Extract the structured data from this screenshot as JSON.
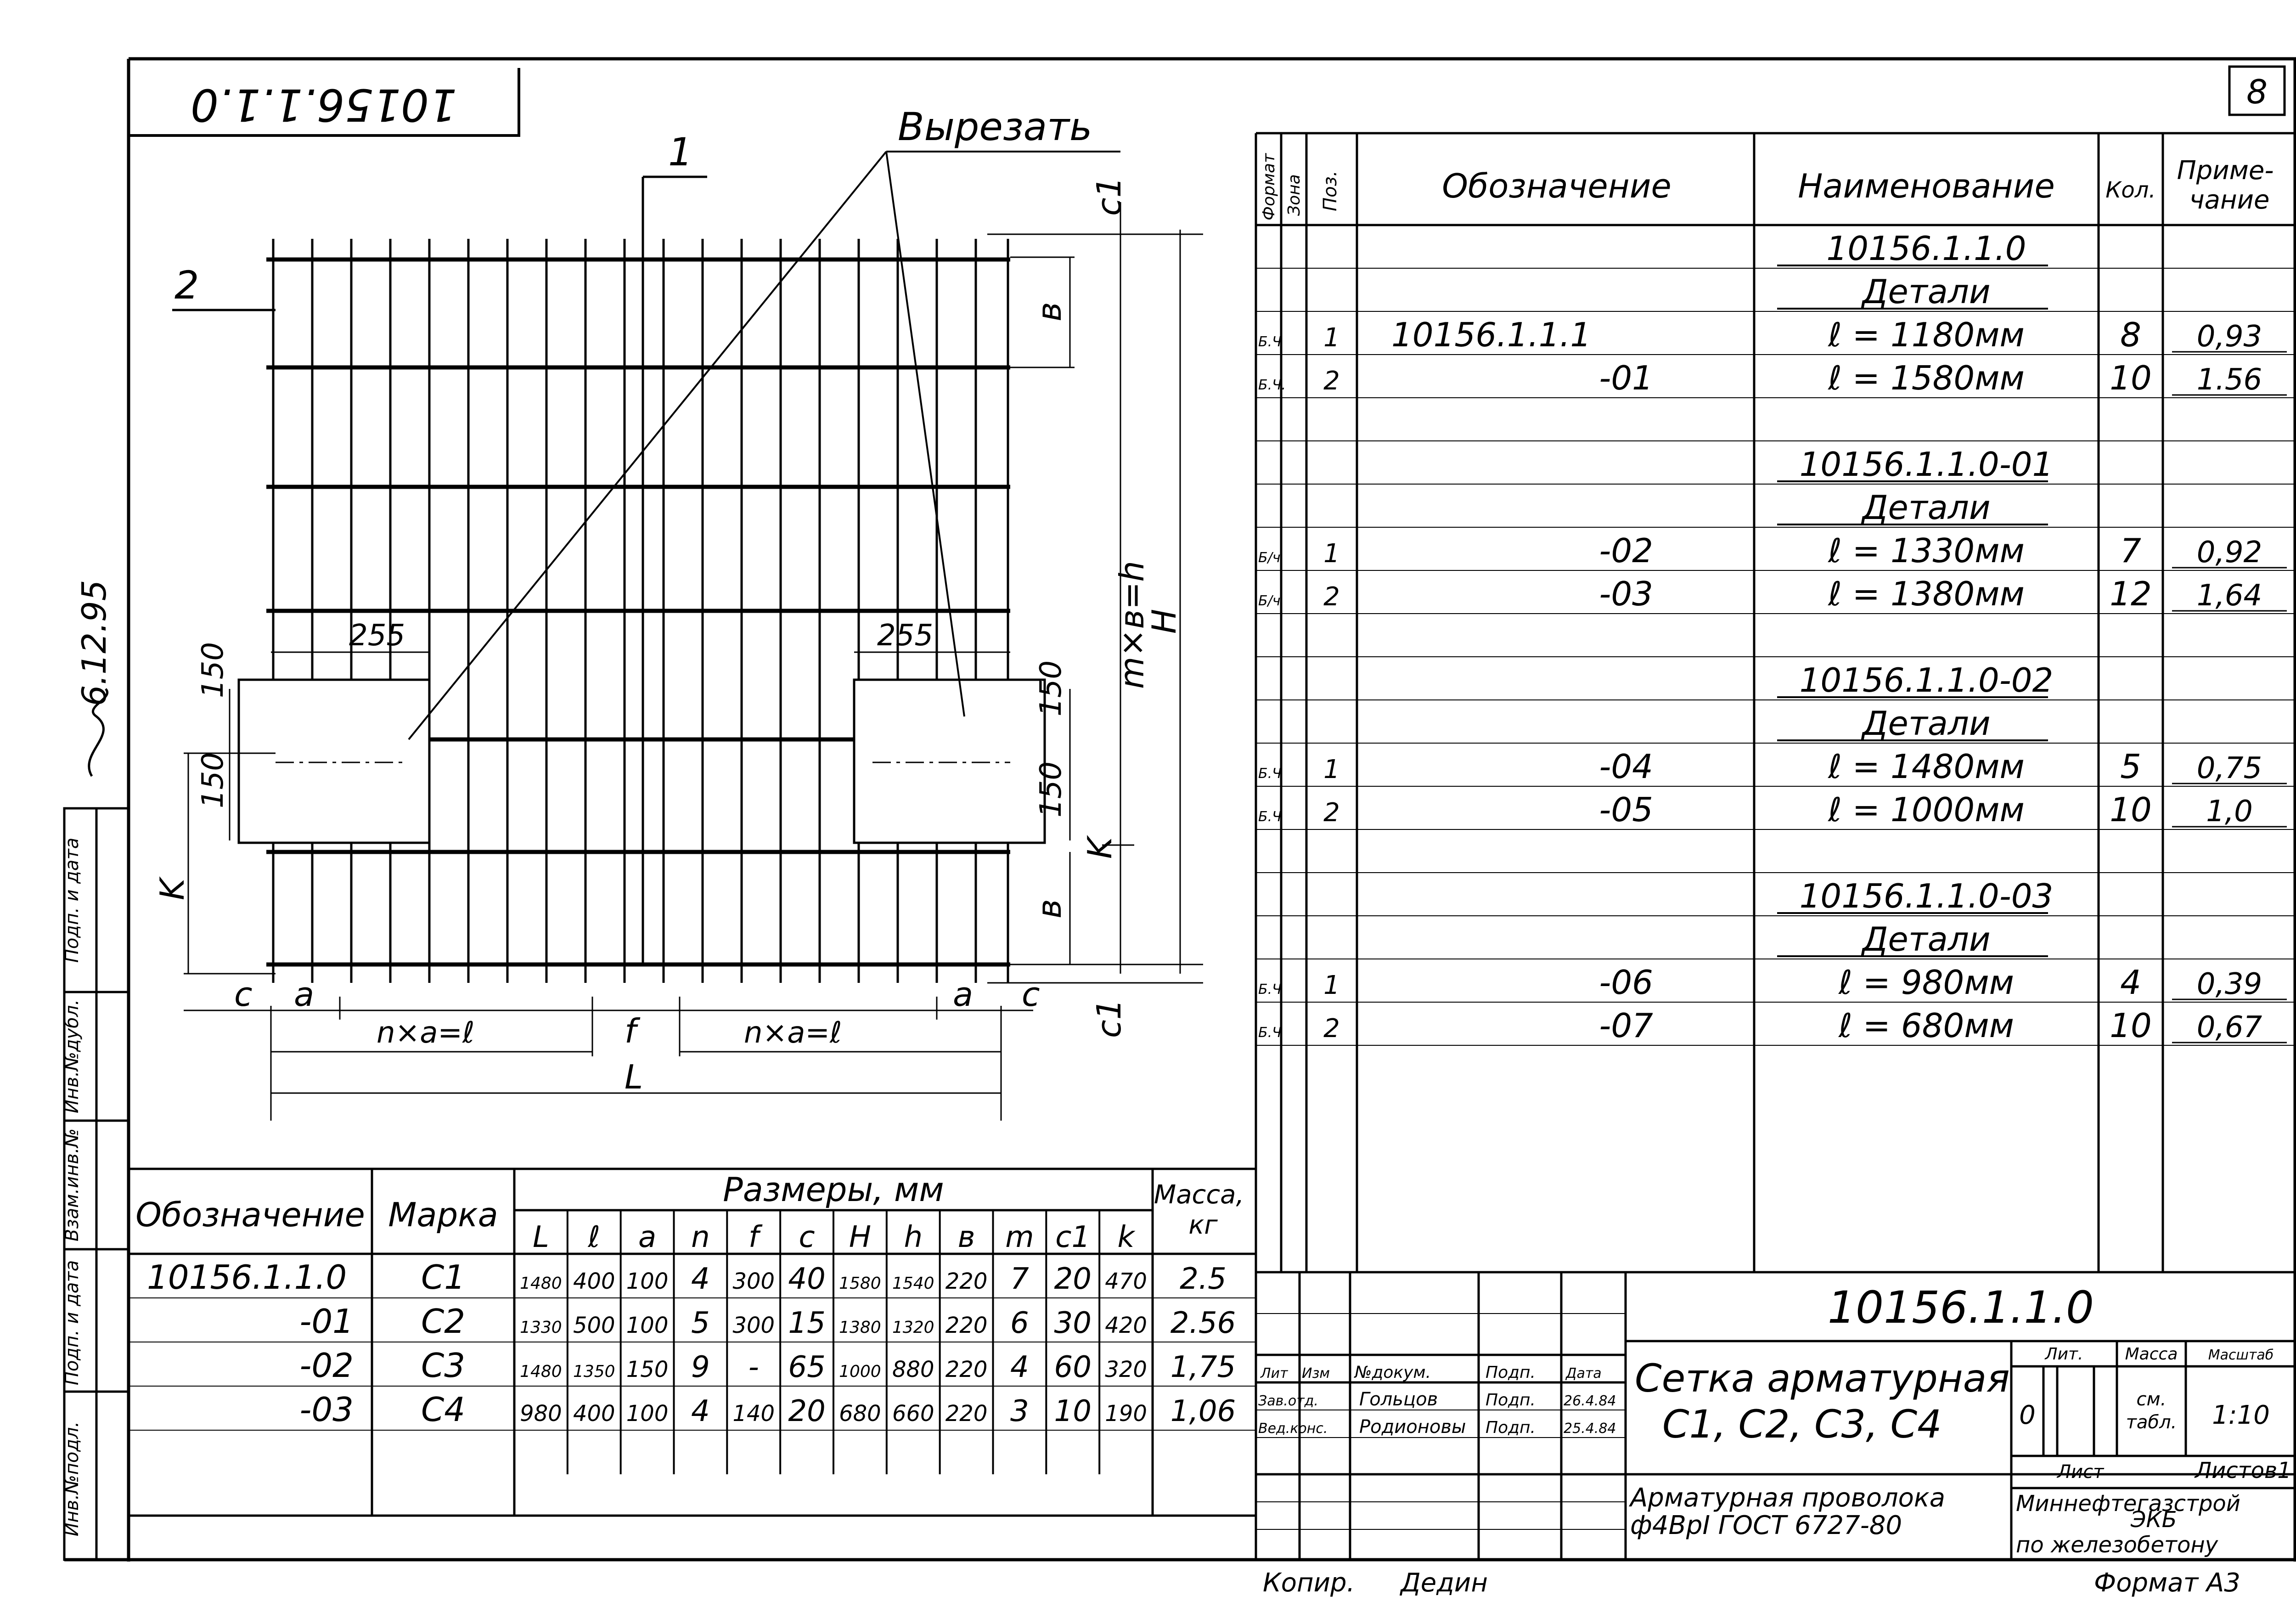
{
  "stamp_code_top": "10156.1.1.0",
  "sheet_number": "8",
  "signature_note": "6.12.95",
  "drawing": {
    "cut_label": "Вырезать",
    "section1": "1",
    "section2": "2",
    "dim_255_left": "255",
    "dim_255_right": "255",
    "dim_150_a": "150",
    "dim_150_b": "150",
    "dim_150_c": "150",
    "dim_150_d": "150",
    "dim_c_left": "c",
    "dim_a_left": "a",
    "dim_nxa_left": "n×a=ℓ",
    "dim_f": "f",
    "dim_nxa_right": "n×a=ℓ",
    "dim_a_right": "a",
    "dim_c_right": "c",
    "dim_L": "L",
    "dim_K_left": "K",
    "dim_K_right": "K",
    "dim_c1_top": "c1",
    "dim_c1_bottom": "c1",
    "dim_b_top": "в",
    "dim_b_bottom": "в",
    "dim_mxb": "m×в=h",
    "dim_H": "H"
  },
  "side_stamp": [
    "Инв.№подл.",
    "Подп. и дата",
    "Взам.инв.№",
    "Инв.№дубл.",
    "Подп. и дата"
  ],
  "spec": {
    "headers": {
      "format": "Формат",
      "zone": "Зона",
      "pos": "Поз.",
      "designation": "Обозначение",
      "name": "Наименование",
      "qty": "Кол.",
      "note": "Приме-\nчание"
    },
    "rows": [
      {
        "format": "",
        "pos": "",
        "designation": "",
        "name": "10156.1.1.0",
        "qty": "",
        "note": "",
        "underline": true
      },
      {
        "format": "",
        "pos": "",
        "designation": "",
        "name": "Детали",
        "qty": "",
        "note": "",
        "underline": true
      },
      {
        "format": "Б.Ч",
        "pos": "1",
        "designation": "10156.1.1.1",
        "name": "ℓ = 1180мм",
        "qty": "8",
        "note": "0,93"
      },
      {
        "format": "Б.Ч.",
        "pos": "2",
        "designation": "-01",
        "name": "ℓ = 1580мм",
        "qty": "10",
        "note": "1.56"
      },
      {
        "format": "",
        "pos": "",
        "designation": "",
        "name": "",
        "qty": "",
        "note": ""
      },
      {
        "format": "",
        "pos": "",
        "designation": "",
        "name": "10156.1.1.0-01",
        "qty": "",
        "note": "",
        "underline": true
      },
      {
        "format": "",
        "pos": "",
        "designation": "",
        "name": "Детали",
        "qty": "",
        "note": "",
        "underline": true
      },
      {
        "format": "Б/ч",
        "pos": "1",
        "designation": "-02",
        "name": "ℓ = 1330мм",
        "qty": "7",
        "note": "0,92"
      },
      {
        "format": "Б/ч",
        "pos": "2",
        "designation": "-03",
        "name": "ℓ = 1380мм",
        "qty": "12",
        "note": "1,64"
      },
      {
        "format": "",
        "pos": "",
        "designation": "",
        "name": "",
        "qty": "",
        "note": ""
      },
      {
        "format": "",
        "pos": "",
        "designation": "",
        "name": "10156.1.1.0-02",
        "qty": "",
        "note": "",
        "underline": true
      },
      {
        "format": "",
        "pos": "",
        "designation": "",
        "name": "Детали",
        "qty": "",
        "note": "",
        "underline": true
      },
      {
        "format": "Б.Ч",
        "pos": "1",
        "designation": "-04",
        "name": "ℓ = 1480мм",
        "qty": "5",
        "note": "0,75"
      },
      {
        "format": "Б.Ч",
        "pos": "2",
        "designation": "-05",
        "name": "ℓ = 1000мм",
        "qty": "10",
        "note": "1,0"
      },
      {
        "format": "",
        "pos": "",
        "designation": "",
        "name": "",
        "qty": "",
        "note": ""
      },
      {
        "format": "",
        "pos": "",
        "designation": "",
        "name": "10156.1.1.0-03",
        "qty": "",
        "note": "",
        "underline": true
      },
      {
        "format": "",
        "pos": "",
        "designation": "",
        "name": "Детали",
        "qty": "",
        "note": "",
        "underline": true
      },
      {
        "format": "Б.Ч",
        "pos": "1",
        "designation": "-06",
        "name": "ℓ = 980мм",
        "qty": "4",
        "note": "0,39"
      },
      {
        "format": "Б.Ч",
        "pos": "2",
        "designation": "-07",
        "name": "ℓ = 680мм",
        "qty": "10",
        "note": "0,67"
      }
    ]
  },
  "dims_table": {
    "head_designation": "Обозначение",
    "head_mark": "Марка",
    "head_sizes": "Размеры, мм",
    "head_mass": "Масса,\nкг",
    "cols": [
      "L",
      "ℓ",
      "a",
      "n",
      "f",
      "c",
      "H",
      "h",
      "в",
      "m",
      "c1",
      "k"
    ],
    "rows": [
      {
        "designation": "10156.1.1.0",
        "mark": "C1",
        "vals": [
          "1480",
          "400",
          "100",
          "4",
          "300",
          "40",
          "1580",
          "1540",
          "220",
          "7",
          "20",
          "470"
        ],
        "mass": "2.5"
      },
      {
        "designation": "-01",
        "mark": "C2",
        "vals": [
          "1330",
          "500",
          "100",
          "5",
          "300",
          "15",
          "1380",
          "1320",
          "220",
          "6",
          "30",
          "420"
        ],
        "mass": "2.56"
      },
      {
        "designation": "-02",
        "mark": "C3",
        "vals": [
          "1480",
          "1350",
          "150",
          "9",
          "-",
          "65",
          "1000",
          "880",
          "220",
          "4",
          "60",
          "320"
        ],
        "mass": "1,75"
      },
      {
        "designation": "-03",
        "mark": "C4",
        "vals": [
          "980",
          "400",
          "100",
          "4",
          "140",
          "20",
          "680",
          "660",
          "220",
          "3",
          "10",
          "190"
        ],
        "mass": "1,06"
      }
    ]
  },
  "title_block": {
    "doc_code": "10156.1.1.0",
    "title_line1": "Сетка арматурная",
    "title_line2": "C1, C2, C3, C4",
    "material_line1": "Арматурная проволока",
    "material_line2": "ф4ВрI ГОСТ 6727-80",
    "lit_label": "Лит.",
    "mass_label": "Масса",
    "scale_label": "Масштаб",
    "lit_value": "0",
    "mass_value_1": "см.",
    "mass_value_2": "табл.",
    "scale_value": "1:10",
    "sheet_label": "Лист",
    "sheets_label": "Листов1",
    "org_line1": "Миннефтегазстрой",
    "org_line2": "ЭКБ",
    "org_line3": "по железобетону",
    "cols_label": {
      "izm": "Изм",
      "list": "Лит",
      "doc": "№докум.",
      "sign": "Подп.",
      "date": "Дата"
    },
    "row1": {
      "role": "Зав.отд.",
      "name": "Гольцов",
      "sign": "Подп.",
      "date": "26.4.84"
    },
    "row2": {
      "role": "Вед.конс.",
      "name": "Родионовы",
      "sign": "Подп.",
      "date": "25.4.84"
    }
  },
  "copied_label": "Копир.",
  "copied_sign": "Дедин",
  "format_label": "Формат А3"
}
